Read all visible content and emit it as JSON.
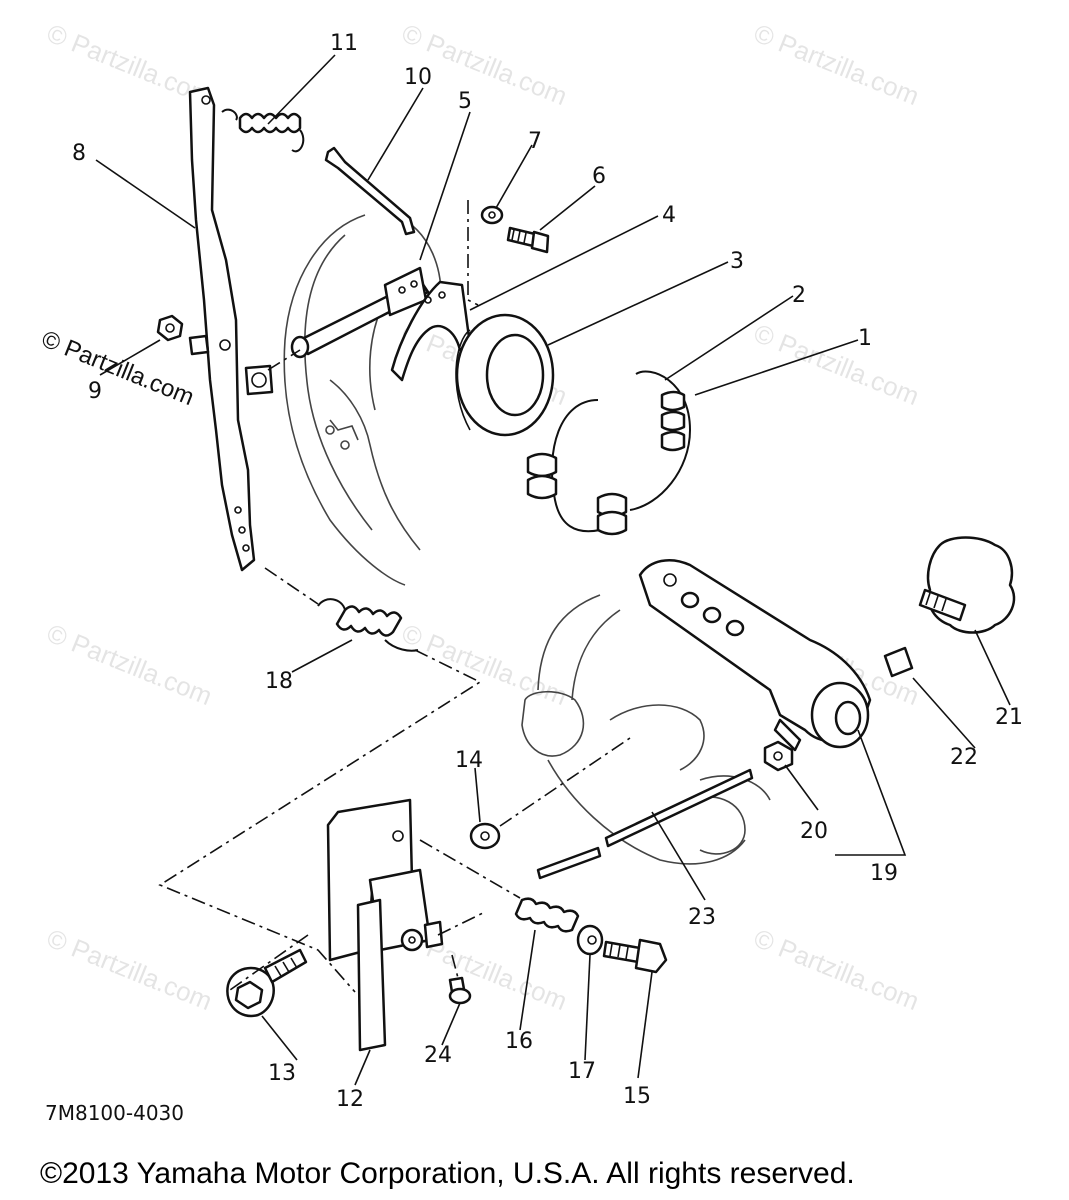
{
  "diagram": {
    "part_code": "7M8100-4030",
    "copyright": "©2013  Yamaha Motor Corporation, U.S.A. All rights reserved.",
    "watermark": "© Partzilla.com",
    "callouts": [
      "1",
      "2",
      "3",
      "4",
      "5",
      "6",
      "7",
      "8",
      "9",
      "10",
      "11",
      "12",
      "13",
      "14",
      "15",
      "16",
      "17",
      "18",
      "19",
      "20",
      "21",
      "22",
      "23",
      "24"
    ]
  }
}
